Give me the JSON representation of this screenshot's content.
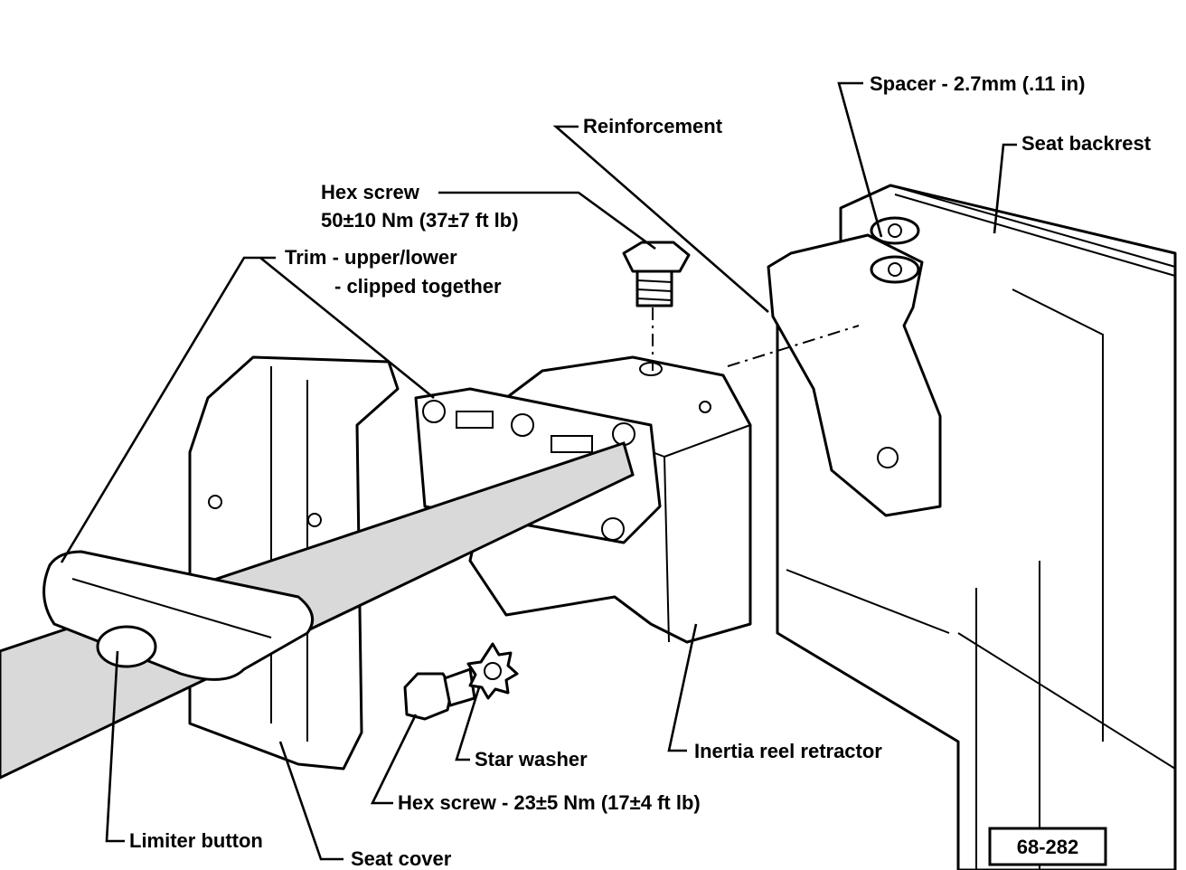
{
  "labels": {
    "spacer": "Spacer - 2.7mm (.11 in)",
    "reinforcement": "Reinforcement",
    "seat_backrest": "Seat backrest",
    "hex_screw_top_line1": "Hex screw",
    "hex_screw_top_line2": "50±10 Nm (37±7 ft lb)",
    "trim_line1": "Trim - upper/lower",
    "trim_line2": "- clipped together",
    "star_washer": "Star washer",
    "inertia_reel": "Inertia reel retractor",
    "hex_screw_bottom": "Hex screw - 23±5 Nm (17±4 ft lb)",
    "limiter_button": "Limiter button",
    "seat_cover": "Seat cover"
  },
  "figure_number": "68-282"
}
